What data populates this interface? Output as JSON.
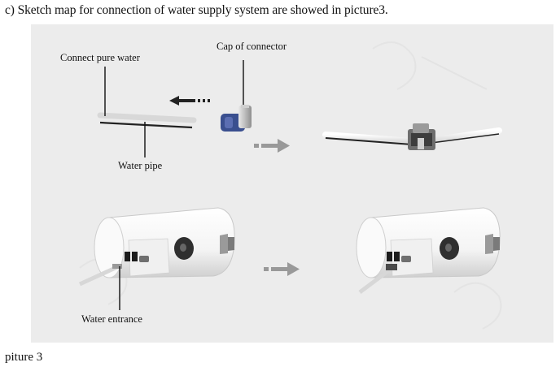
{
  "document": {
    "heading": "c) Sketch map for connection of water supply system are showed in picture3.",
    "caption": "piture 3"
  },
  "figure": {
    "labels": {
      "connect_pure_water": "Connect pure water",
      "cap_of_connector": "Cap of  connector",
      "water_pipe": "Water pipe",
      "water_entrance": "Water entrance"
    },
    "colors": {
      "background": "#ececec",
      "arrow_gray": "#8a8a8a",
      "connector_blue": "#3a4f8f",
      "device_white": "#f7f7f7"
    },
    "icons": [
      "left-arrow-icon",
      "right-arrow-icon",
      "connector-icon",
      "water-purifier-icon"
    ]
  }
}
